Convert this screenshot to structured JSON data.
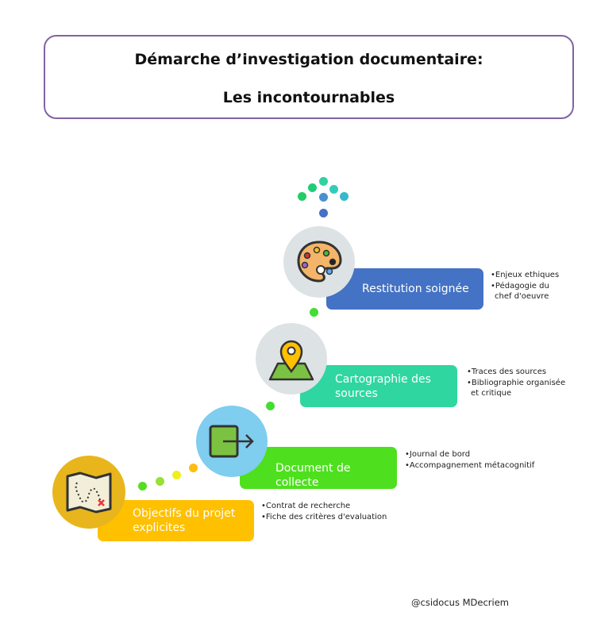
{
  "title": {
    "line1": "Démarche d’investigation documentaire:",
    "line2": "Les incontournables"
  },
  "steps": [
    {
      "label_line1": "Objectifs du projet",
      "label_line2": "explicites",
      "icon": "treasure-map-icon",
      "color": "#ffc000",
      "bullets": [
        "•Contrat de recherche",
        "•Fiche des critères d'evaluation"
      ]
    },
    {
      "label_line1": "Document de collecte",
      "icon": "export-arrow-icon",
      "color": "#4ee01e",
      "bullets": [
        "•Journal de bord",
        "•Accompagnement métacognitif"
      ]
    },
    {
      "label_line1": "Cartographie des",
      "label_line2": "sources",
      "icon": "map-pin-icon",
      "color": "#2fd6a0",
      "bullets": [
        "•Traces des sources",
        "•Bibliographie organisée",
        "et critique"
      ]
    },
    {
      "label_line1": "Restitution soignée",
      "icon": "palette-icon",
      "color": "#4472c4",
      "bullets": [
        "•Enjeux ethiques",
        "•Pédagogie du",
        "chef d'oeuvre"
      ]
    }
  ],
  "footer": "@csidocus MDecriem"
}
